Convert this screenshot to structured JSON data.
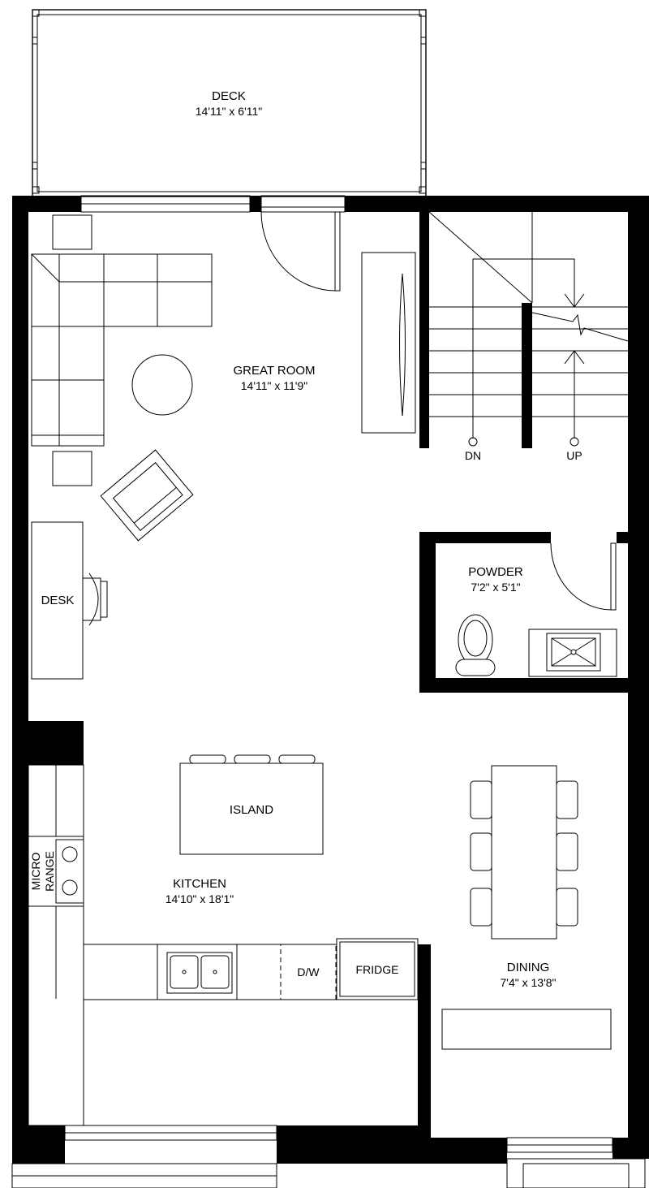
{
  "rooms": {
    "deck": {
      "name": "DECK",
      "dims": "14'11\" x 6'11\""
    },
    "great_room": {
      "name": "GREAT ROOM",
      "dims": "14'11\" x 11'9\""
    },
    "powder": {
      "name": "POWDER",
      "dims": "7'2\" x 5'1\""
    },
    "kitchen": {
      "name": "KITCHEN",
      "dims": "14'10\" x 18'1\""
    },
    "dining": {
      "name": "DINING",
      "dims": "7'4\" x 13'8\""
    }
  },
  "labels": {
    "desk": "DESK",
    "island": "ISLAND",
    "micro": "MICRO",
    "range": "RANGE",
    "dw": "D/W",
    "fridge": "FRIDGE",
    "stairs_down": "DN",
    "stairs_up": "UP"
  }
}
